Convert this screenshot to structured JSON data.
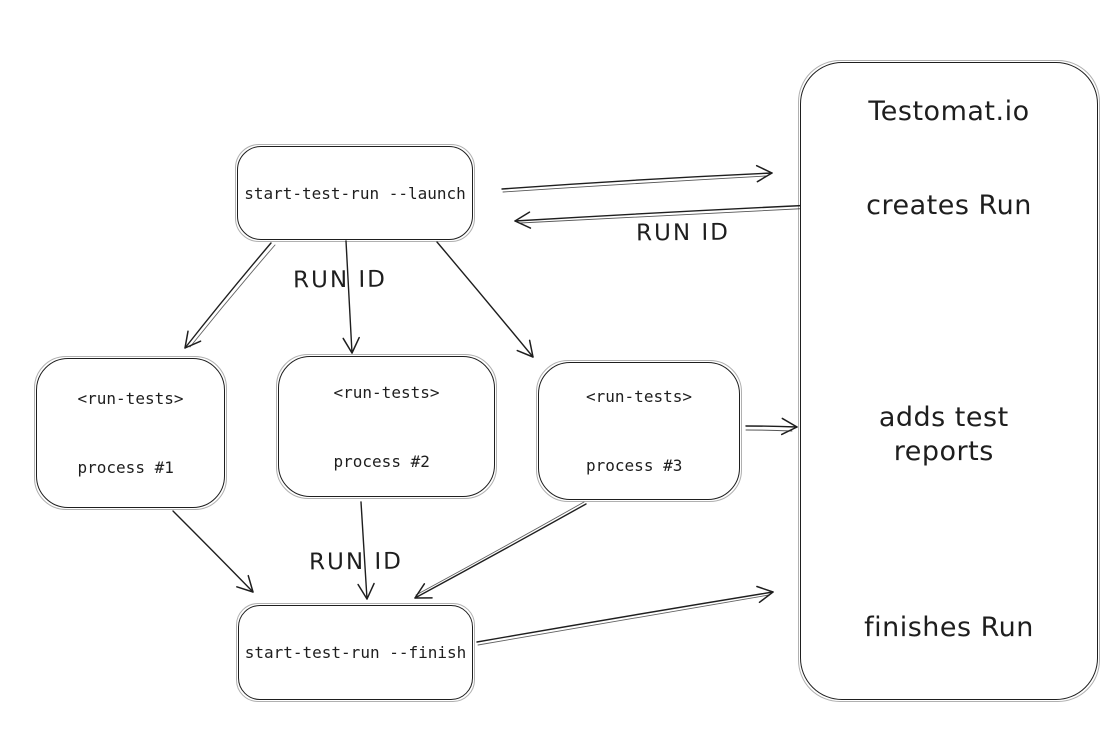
{
  "colors": {
    "stroke": "#1e1e1e",
    "canvas_background": "#ffffff"
  },
  "nodes": {
    "launch": {
      "label": "start-test-run --launch"
    },
    "process_1": {
      "lines": [
        "<run-tests>",
        "process #1"
      ]
    },
    "process_2": {
      "lines": [
        "<run-tests>",
        "process #2"
      ]
    },
    "process_3": {
      "lines": [
        "<run-tests>",
        "process #3"
      ]
    },
    "finish": {
      "label": "start-test-run --finish"
    }
  },
  "service_panel": {
    "title": "Testomat.io",
    "steps": [
      "creates Run",
      "adds test reports",
      "finishes Run"
    ]
  },
  "edge_labels": {
    "launch_response": "RUN ID",
    "fan_out": "RUN ID",
    "fan_in": "RUN ID"
  }
}
